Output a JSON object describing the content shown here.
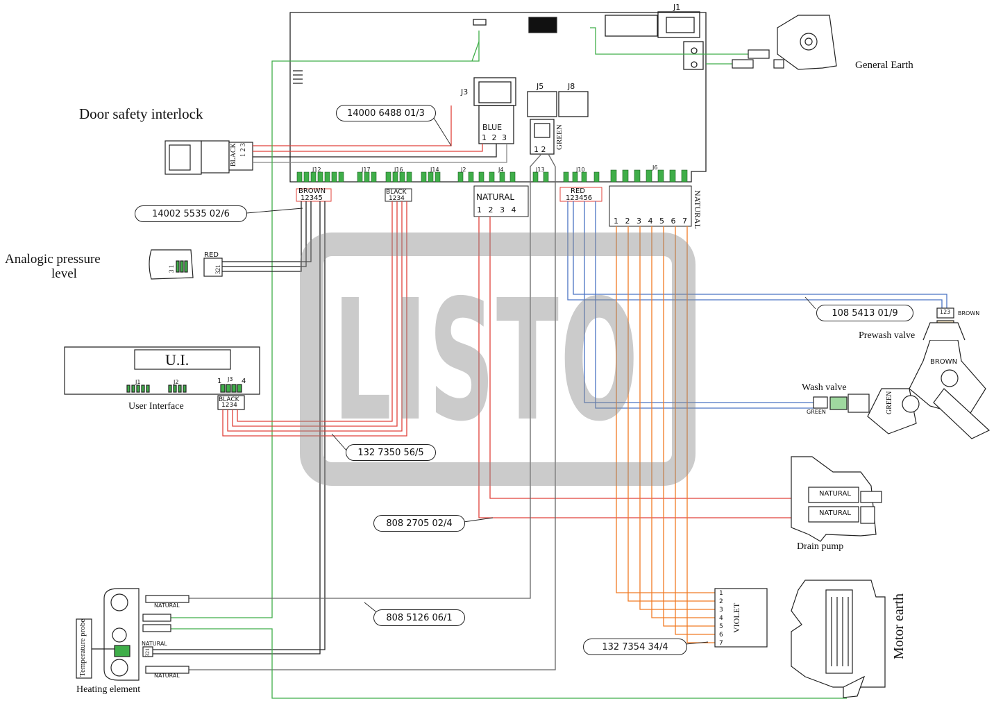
{
  "labels": {
    "door_safety_interlock": "Door safety interlock",
    "general_earth": "General Earth",
    "analogic_pressure_level_1": "Analogic pressure",
    "analogic_pressure_level_2": "level",
    "ui_title": "U.I.",
    "user_interface": "User Interface",
    "prewash_valve": "Prewash valve",
    "wash_valve": "Wash valve",
    "drain_pump": "Drain pump",
    "motor_earth": "Motor earth",
    "heating_element": "Heating element",
    "temperature_probe": "Temperature probe"
  },
  "part_numbers": {
    "p1": "14000 6488 01/3",
    "p2": "14002 5535 02/6",
    "p3": "108 5413 01/9",
    "p4": "132 7350 56/5",
    "p5": "808 2705 02/4",
    "p6": "808 5126 06/1",
    "p7": "132 7354 34/4"
  },
  "connectors": {
    "j1": "J1",
    "j3": "J3",
    "j5": "J5",
    "j8": "J8",
    "j12": "J12",
    "j17": "J17",
    "j16": "J16",
    "j14": "J14",
    "j2": "J2",
    "j4": "J4",
    "j13": "J13",
    "j10": "J10",
    "j6": "J6",
    "ui_j1": "J1",
    "ui_j2": "J2",
    "ui_j3": "J3",
    "ui_pin1": "1",
    "ui_pin4": "4"
  },
  "colors_text": {
    "blue": "BLUE",
    "green": "GREEN",
    "black": "BLACK",
    "brown": "BROWN",
    "natural": "NATURAL",
    "red": "RED",
    "violet": "VIOLET",
    "green_small": "GREEN",
    "brown_small": "BROWN"
  },
  "pins": {
    "p123": "1 2 3",
    "p12": "1 2",
    "p12345": "12345",
    "p1234": "1234",
    "p1234_spaced": "1 2 3 4",
    "p123456": "123456",
    "p1234567": "1 2 3 4 5 6 7",
    "p321": "321",
    "p31": "3  1",
    "p123_small": "123",
    "v1": "1",
    "v2": "2",
    "v3": "3",
    "v4": "4",
    "v5": "5",
    "v6": "6",
    "v7": "7"
  },
  "wire_colors": {
    "red": "#e0413a",
    "black": "#222222",
    "green": "#3fae49",
    "blue": "#4a73c4",
    "orange": "#f07a24",
    "grey": "#666666"
  },
  "watermark": "LISTO"
}
